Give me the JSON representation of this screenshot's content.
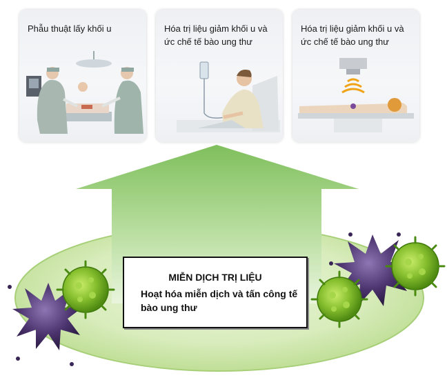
{
  "panels": [
    {
      "label": "Phẫu thuật lấy khối u",
      "art": "surgery-illustration"
    },
    {
      "label": "Hóa trị liệu giảm khối u và ức chế tế bào ung thư",
      "art": "iv-drip-patient-illustration"
    },
    {
      "label": "Hóa trị liệu giảm khối u và ức chế tế bào ung thư",
      "art": "radiation-therapy-illustration"
    }
  ],
  "center": {
    "title": "MIỄN DỊCH TRỊ LIỆU",
    "subtitle": "Hoạt hóa miễn dịch và tấn công tế bào ung thư"
  },
  "colors": {
    "ellipse_green": "#c8e3a0",
    "arrow_green": "#8cc56a",
    "virus_purple": "#4a3466",
    "virus_green": "#7fb52c"
  },
  "icons": [
    "upward-arrow",
    "green-virus-icon",
    "purple-virus-icon"
  ]
}
